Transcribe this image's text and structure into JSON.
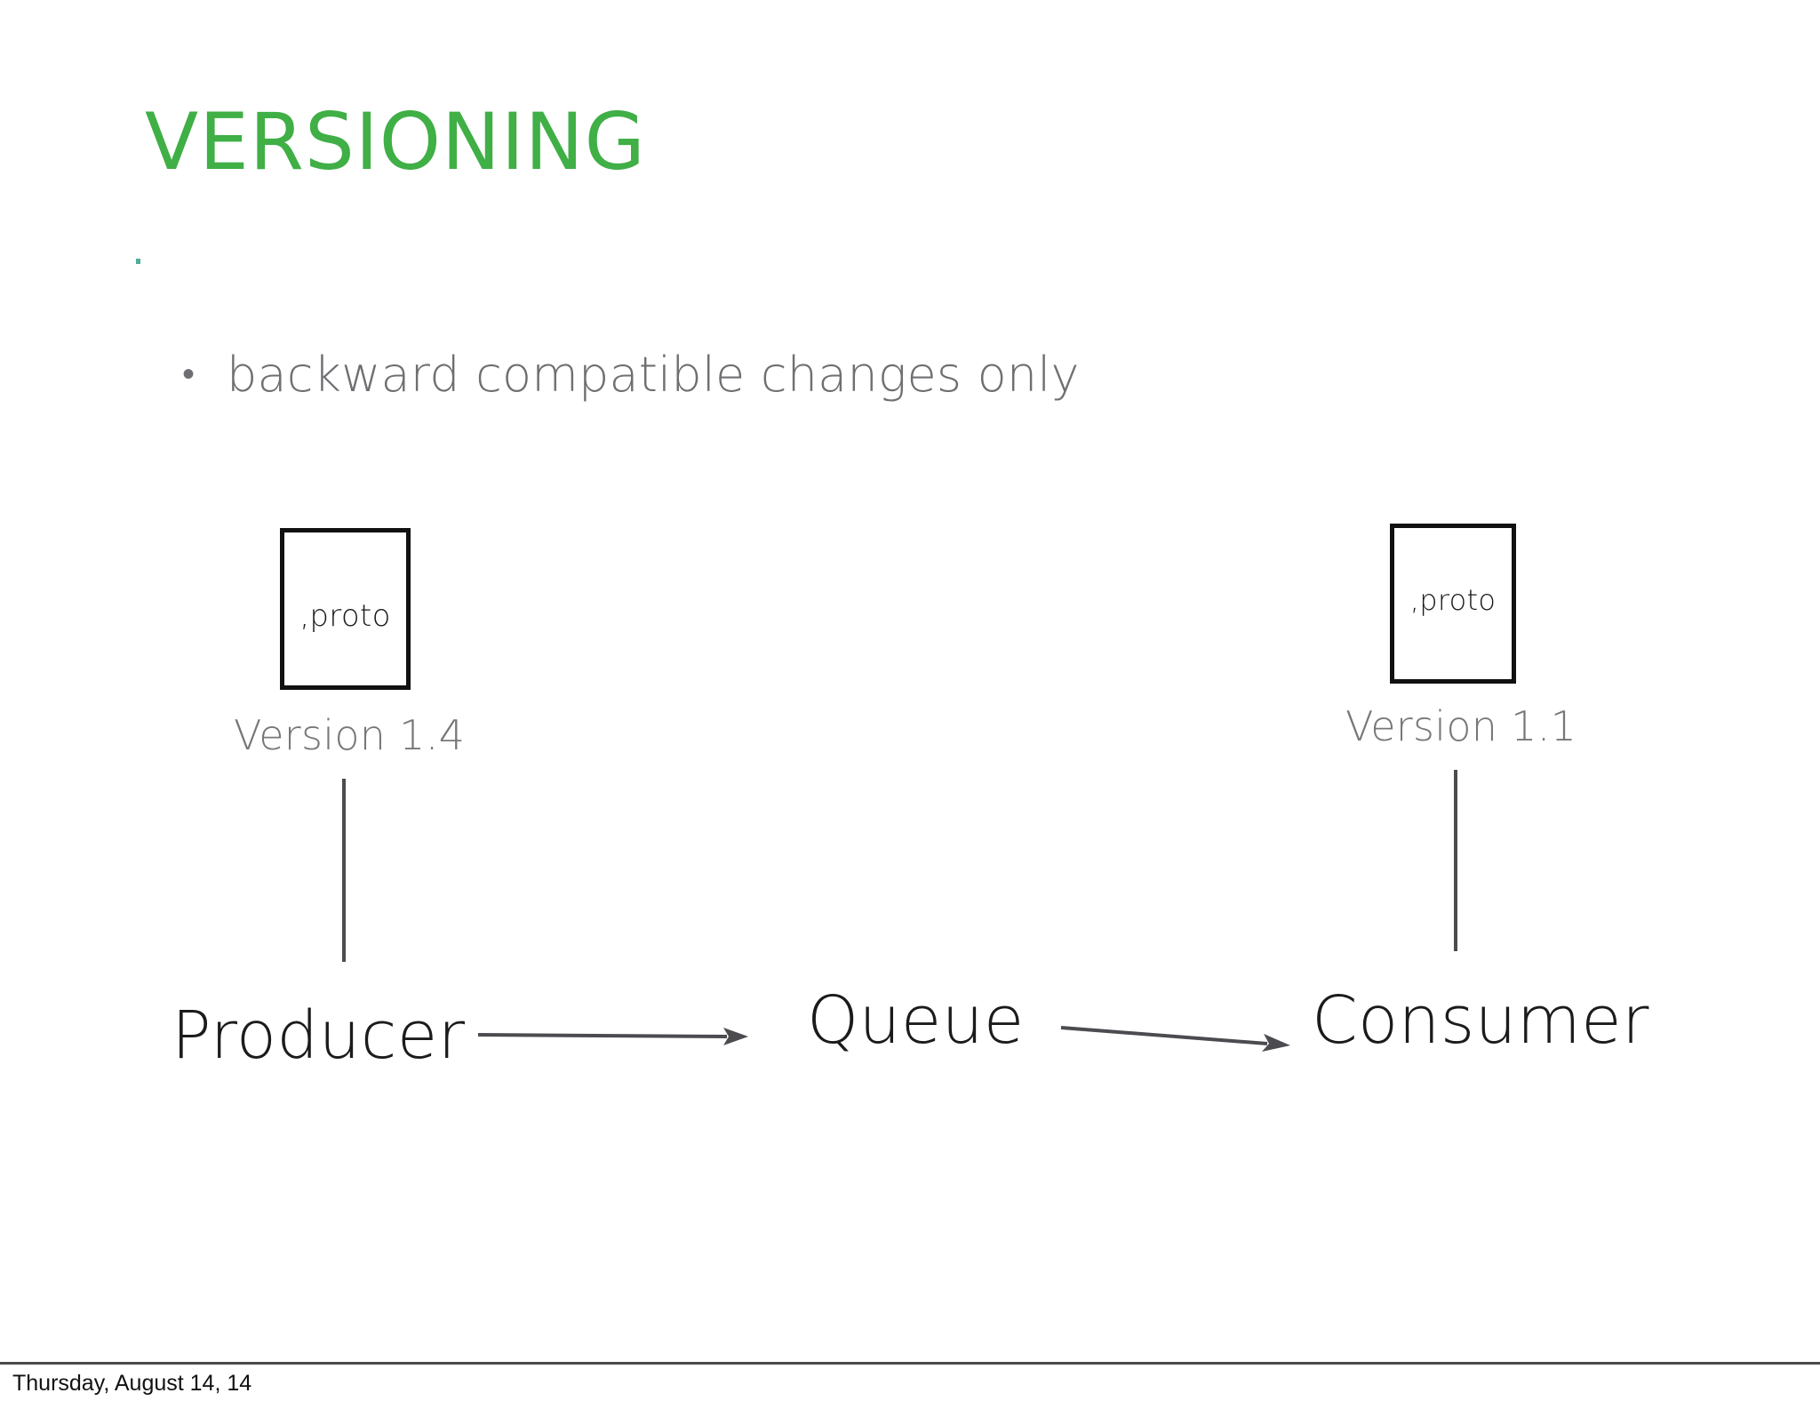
{
  "slide": {
    "title": "VERSIONING",
    "title_color": "#3FAF46",
    "background_color": "#FFFFFF",
    "body_text_color": "#6F6F73",
    "stroke_color": "#111111"
  },
  "bullets": [
    {
      "marker": "•",
      "text": "backward compatible changes only"
    }
  ],
  "diagram": {
    "producer_side": {
      "file_box_label": ",proto",
      "version_caption": "Version 1.4",
      "node_label": "Producer"
    },
    "queue": {
      "node_label": "Queue"
    },
    "consumer_side": {
      "file_box_label": ",proto",
      "version_caption": "Version 1.1",
      "node_label": "Consumer"
    },
    "arrows": [
      {
        "name": "producer-to-queue",
        "direction": "right"
      },
      {
        "name": "queue-to-consumer",
        "direction": "right"
      }
    ]
  },
  "footer": {
    "date": "Thursday, August 14, 14"
  }
}
